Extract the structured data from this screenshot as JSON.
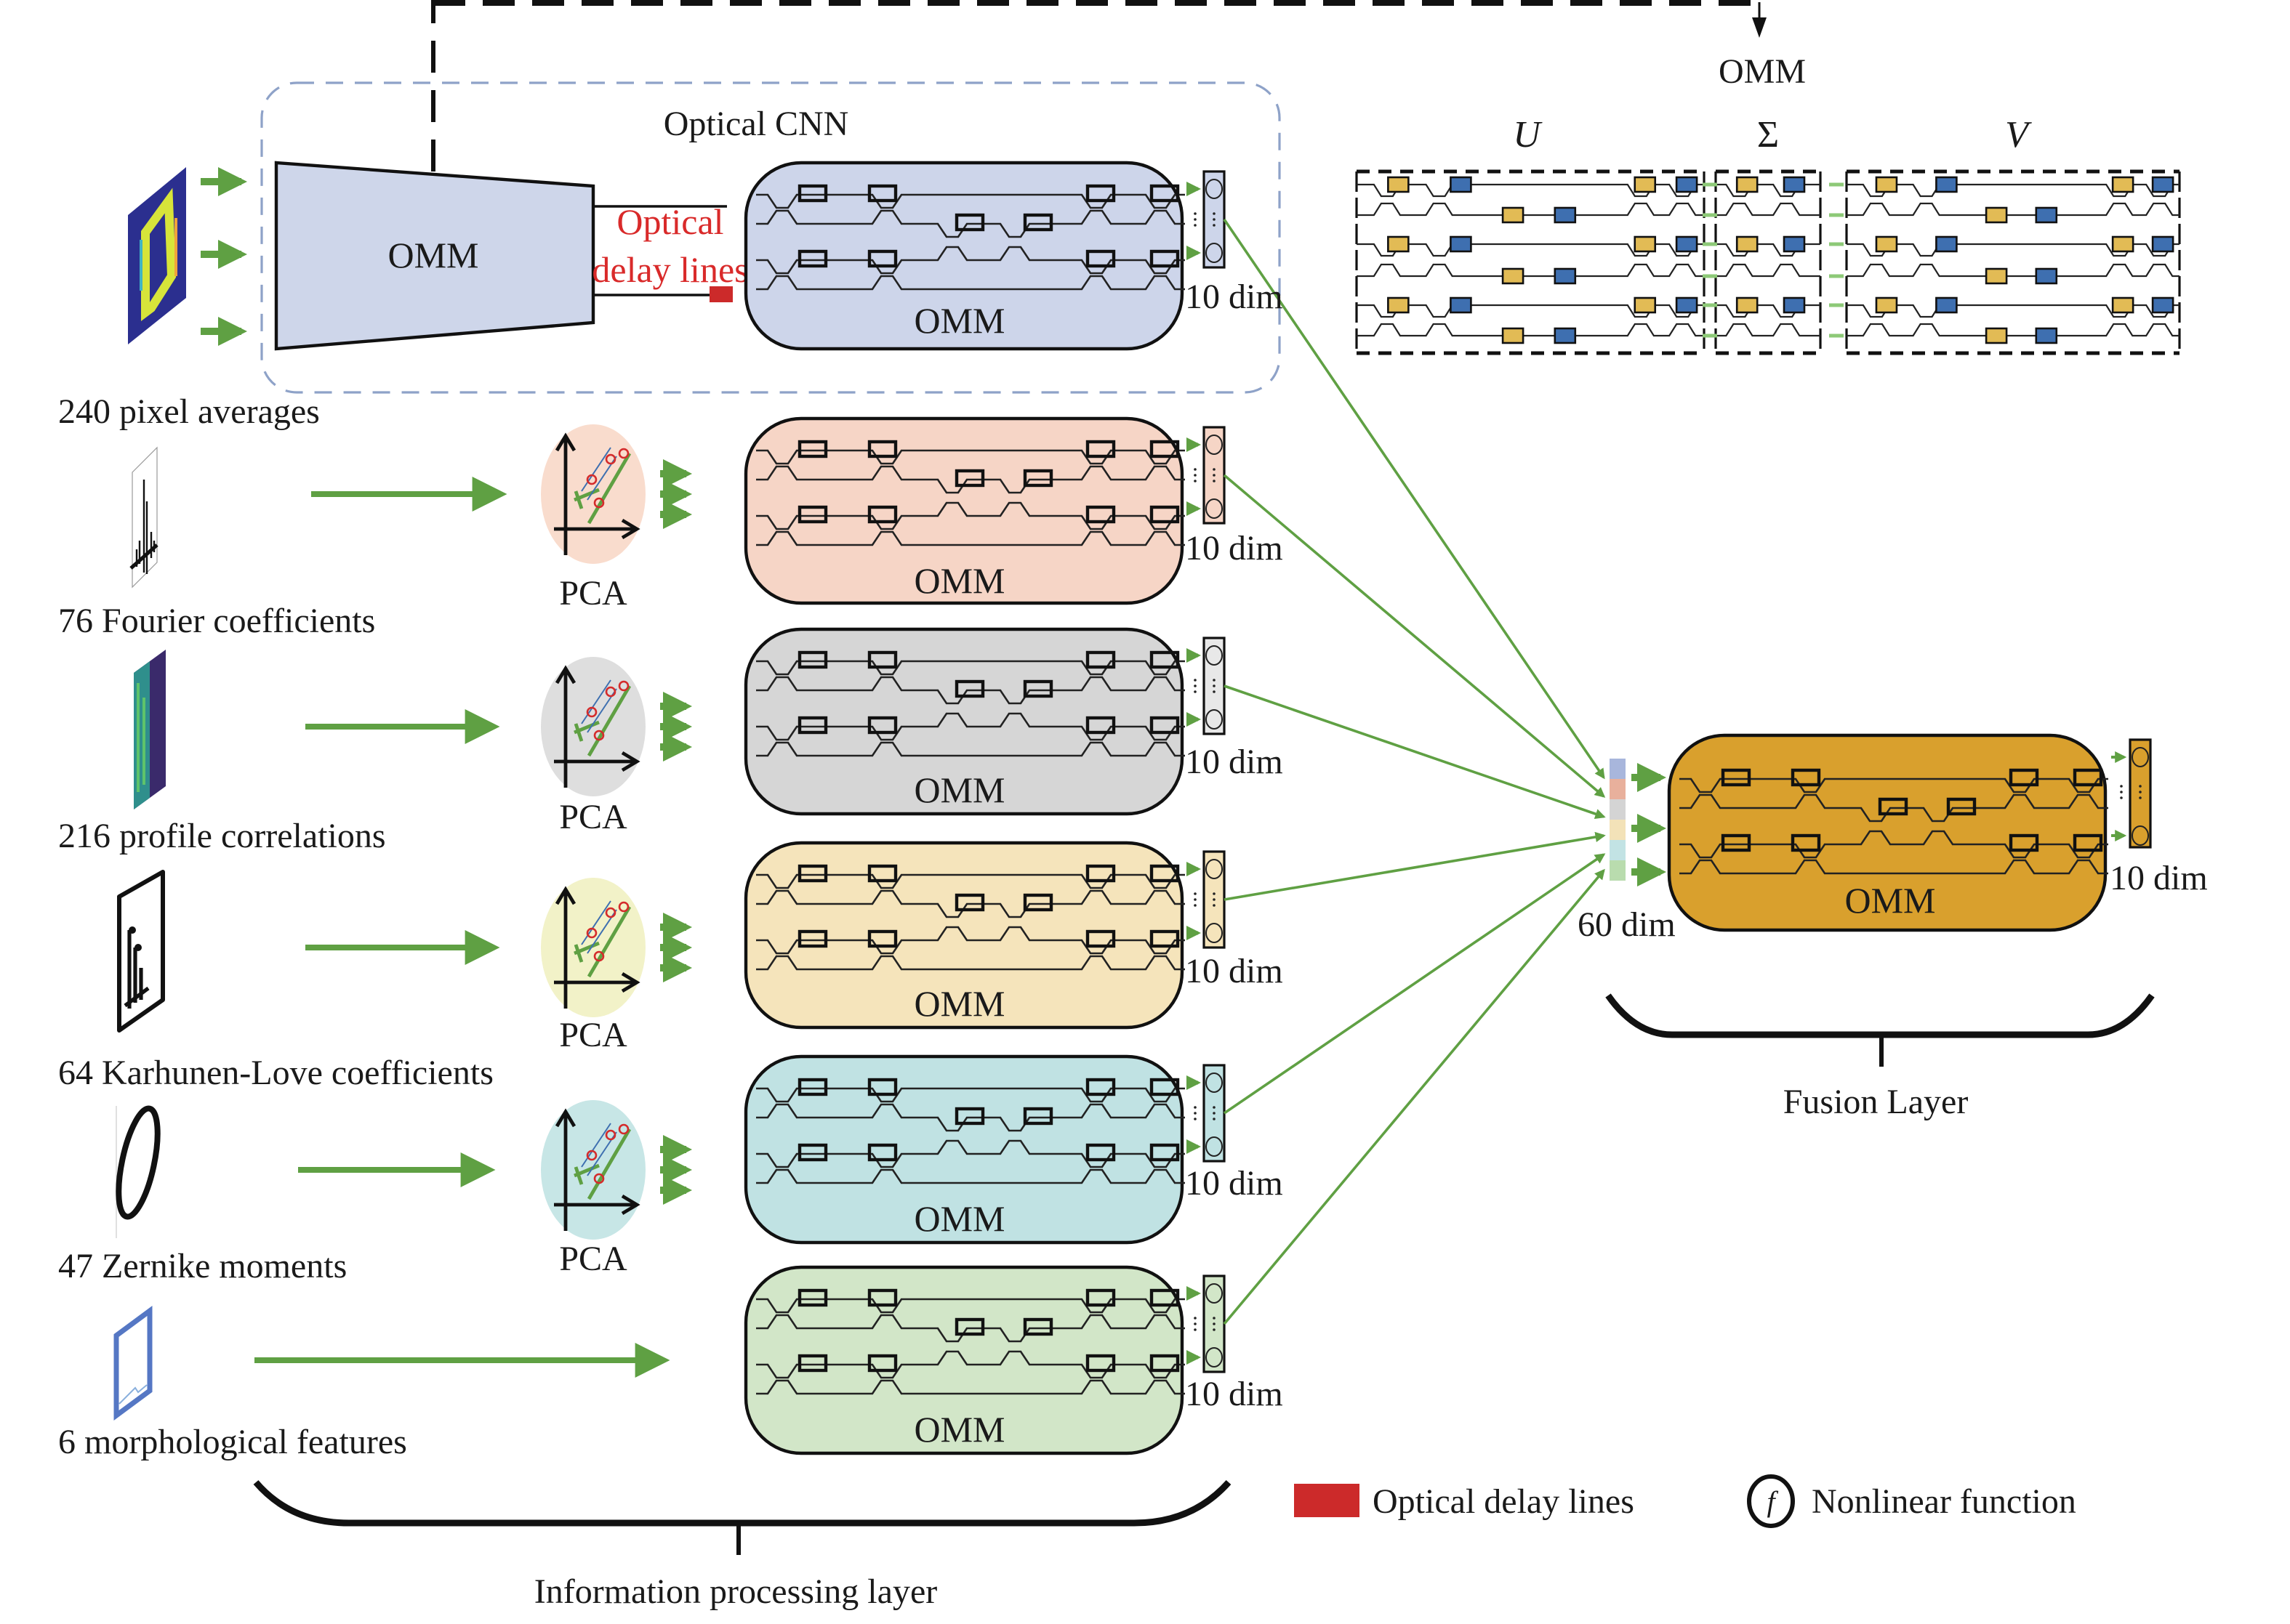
{
  "figure": {
    "top_omm_label": "OMM",
    "optical_cnn_label": "Optical CNN",
    "cnn_omm_label": "OMM",
    "delay_lines_label_line1": "Optical",
    "delay_lines_label_line2": "delay lines",
    "svd": {
      "u_label": "U",
      "sigma_label": "Σ",
      "v_label": "V",
      "colors": {
        "phase_shifter_a": "#e2bb55",
        "phase_shifter_b": "#3e6fb0",
        "link": "#8dc977"
      }
    },
    "features": [
      {
        "label": "240 pixel averages",
        "thumbnail": "heatmap-digit-thumbnail",
        "pca": false,
        "omm_color": "#cdd5ea",
        "out_color": "#cdd5ea"
      },
      {
        "label": "76 Fourier coefficients",
        "thumbnail": "fourier-spectrum-thumbnail",
        "pca": true,
        "pca_color": "#f9dccd",
        "omm_color": "#f6d5c6",
        "out_color": "#f6d5c6"
      },
      {
        "label": "216 profile correlations",
        "thumbnail": "profile-correlation-thumbnail",
        "pca": true,
        "pca_color": "#dedede",
        "omm_color": "#d6d6d6",
        "out_color": "#e8e8e8"
      },
      {
        "label": "64 Karhunen-Love coefficients",
        "thumbnail": "karhunen-loeve-thumbnail",
        "pca": true,
        "pca_color": "#f2f2c8",
        "omm_color": "#f5e4bb",
        "out_color": "#f5e4bb"
      },
      {
        "label": "47 Zernike moments",
        "thumbnail": "zernike-digit-thumbnail",
        "pca": true,
        "pca_color": "#c7e6e6",
        "omm_color": "#c0e2e3",
        "out_color": "#c0e2e3"
      },
      {
        "label": "6 morphological features",
        "thumbnail": "morphological-thumbnail",
        "pca": false,
        "omm_color": "#d2e6c8",
        "out_color": "#d2e6c8"
      }
    ],
    "pca_label": "PCA",
    "omm_label": "OMM",
    "dim_label": "10 dim",
    "fusion": {
      "input_dim_label": "60 dim",
      "output_dim_label": "10 dim",
      "omm_label": "OMM",
      "omm_color": "#d9a02d",
      "vector_colors": [
        "#a8b6dc",
        "#e8b09c",
        "#d4d4d4",
        "#f3e2b8",
        "#c2e3e4",
        "#b9dcae"
      ],
      "layer_label": "Fusion Layer"
    },
    "processing_layer_label": "Information processing layer",
    "legend": {
      "delay_label": "Optical delay lines",
      "delay_color": "#cc2a2a",
      "nonlinear_label": "Nonlinear function",
      "nonlinear_symbol": "f"
    },
    "arrow_color": "#5fa043"
  }
}
